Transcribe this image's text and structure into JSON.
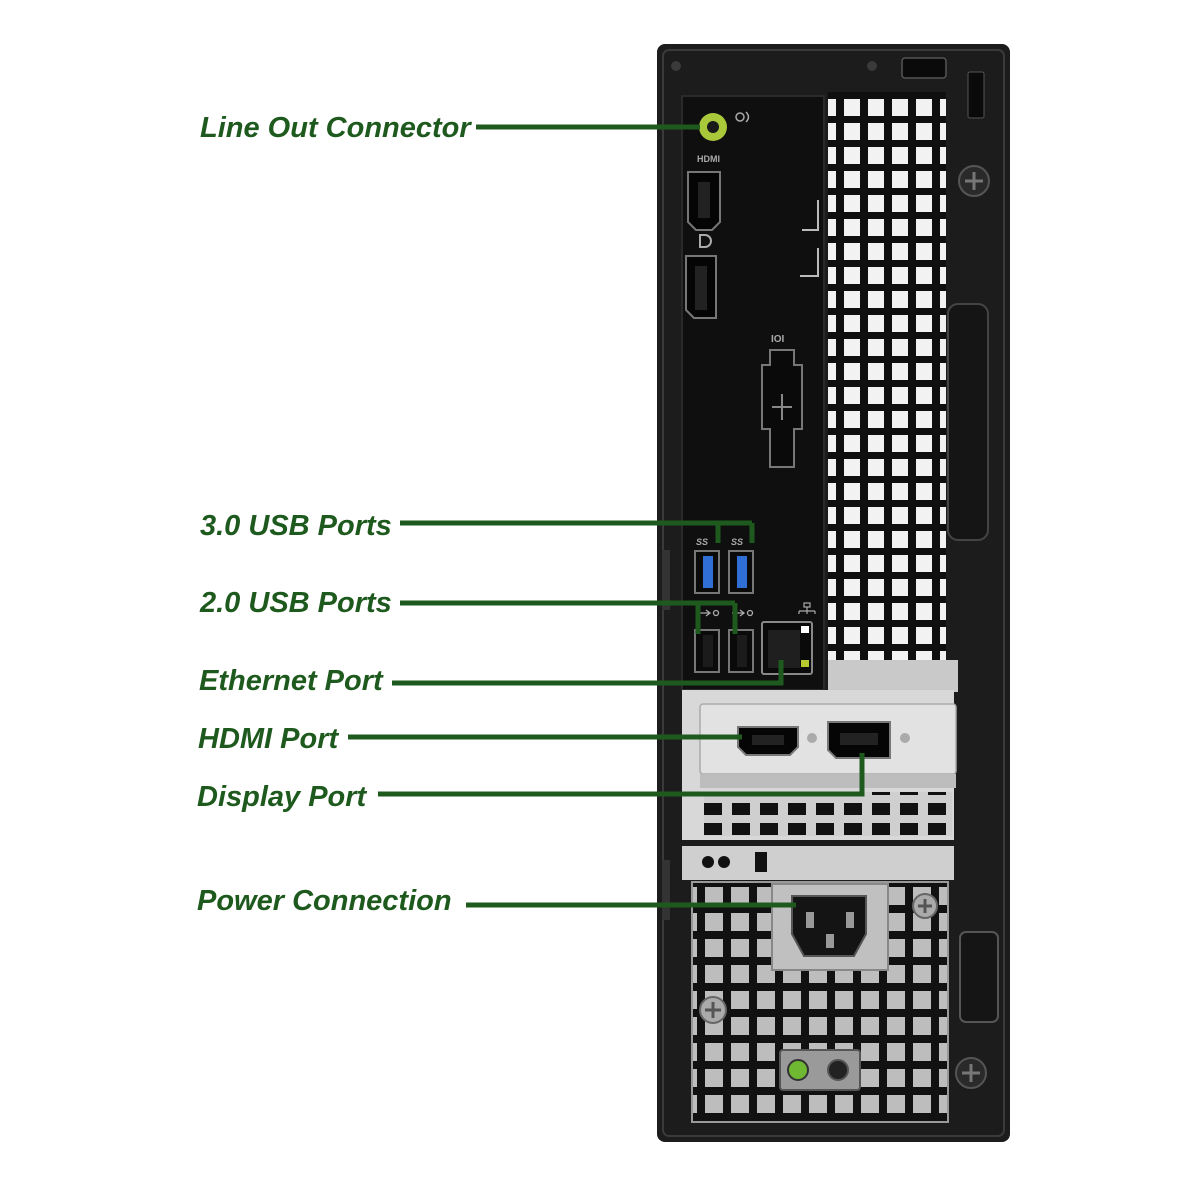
{
  "colors": {
    "label": "#1e5a1e",
    "leader": "#1e5a1e",
    "chassis": "#1c1c1c",
    "chassis_edge": "#3a3a3a",
    "io_panel": "#0f0f0f",
    "grille": "#f2f2f2",
    "metal": "#c9c9c9",
    "usb3_blue": "#2f6fd6",
    "audio_green": "#a9c83a"
  },
  "labels": {
    "line_out": "Line Out Connector",
    "usb3": "3.0 USB Ports",
    "usb2": "2.0 USB Ports",
    "ethernet": "Ethernet Port",
    "hdmi": "HDMI Port",
    "displayport": "Display Port",
    "power": "Power Connection"
  },
  "panel_markings": {
    "hdmi": "HDMI",
    "serial": "IOI",
    "usb3_left": "SS",
    "usb3_right": "SS"
  },
  "icons": {
    "audio": "headphone-out-icon",
    "displayport": "displayport-logo-icon",
    "usb2": "usb-icon",
    "network": "network-icon"
  }
}
